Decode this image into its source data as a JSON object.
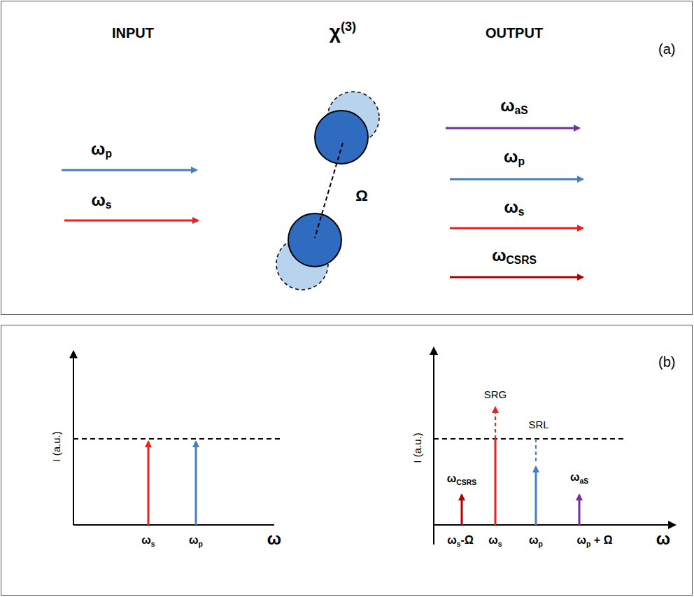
{
  "diagram": {
    "nodes": [
      {
        "text": [
          "(a)"
        ]
      },
      {
        "text": [
          "(b)"
        ]
      }
    ],
    "labels": [
      "INPUT",
      "χ(3)",
      "OUTPUT",
      "ωp",
      "ωs",
      "Ω",
      "ωaS",
      "ωp",
      "ωs",
      "ωCSRS",
      "I (a.u.)",
      "ωs",
      "ωp",
      "ω",
      "SRG",
      "SRL",
      "ωCSRS",
      "ωaS",
      "I (a.u.)",
      "ωs-Ω",
      "ωs",
      "ωp",
      "ωp + Ω",
      "ω"
    ]
  }
}
